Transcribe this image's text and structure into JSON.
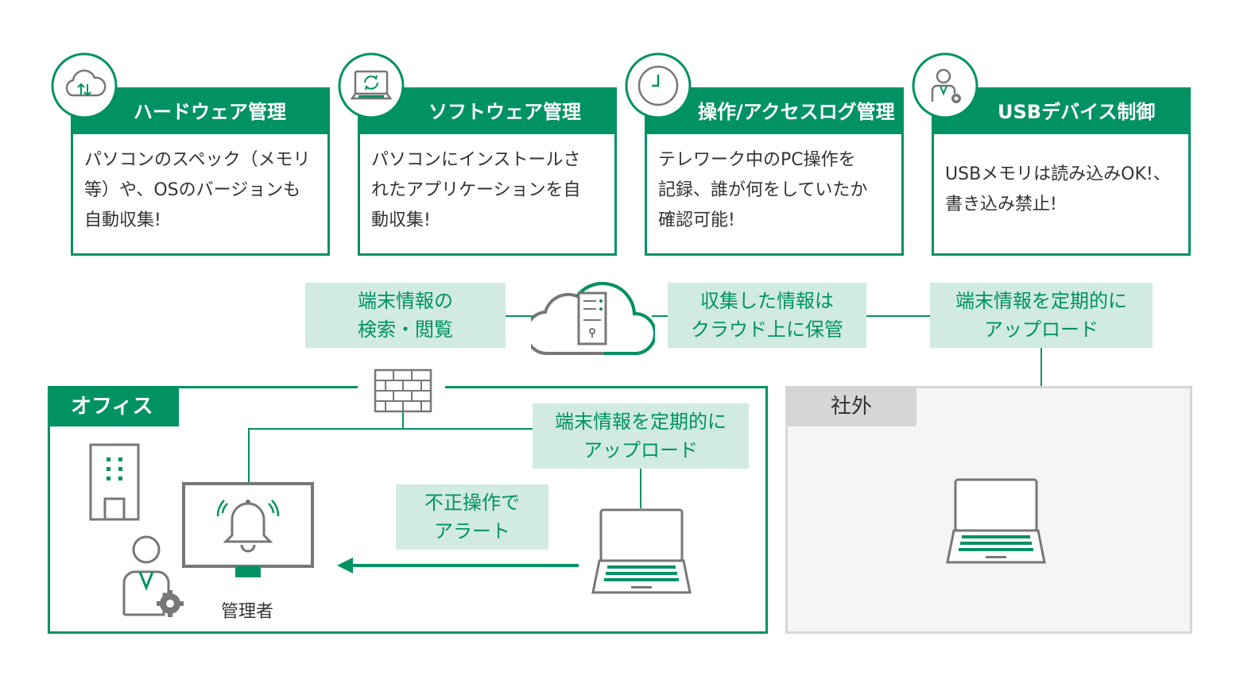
{
  "features": [
    {
      "title": "ハードウェア管理",
      "description": "パソコンのスペック（メモリ\n等）や、OSのバージョンも\n自動収集!",
      "icon": "cloud-sync-icon"
    },
    {
      "title": "ソフトウェア管理",
      "description": "パソコンにインストールさ\nれたアプリケーションを自\n動収集!",
      "icon": "laptop-refresh-icon"
    },
    {
      "title": "操作/アクセスログ管理",
      "description": "テレワーク中のPC操作を\n記録、誰が何をしていたか\n確認可能!",
      "icon": "clock-icon"
    },
    {
      "title": "USBデバイス制御",
      "description": "USBメモリは読み込みOK!、\n書き込み禁止!",
      "icon": "user-gear-icon"
    }
  ],
  "labels": {
    "search": "端末情報の\n検索・閲覧",
    "cloud_storage": "収集した情報は\nクラウド上に保管",
    "upload_remote": "端末情報を定期的に\nアップロード",
    "upload_office": "端末情報を定期的に\nアップロード",
    "alert": "不正操作で\nアラート"
  },
  "zones": {
    "office": "オフィス",
    "outside": "社外"
  },
  "admin_label": "管理者",
  "colors": {
    "accent": "#009263",
    "light_accent": "#d1ebe1",
    "gray": "#777777",
    "light_gray": "#d6d6d6",
    "outside_bg": "#f5f5f5"
  }
}
